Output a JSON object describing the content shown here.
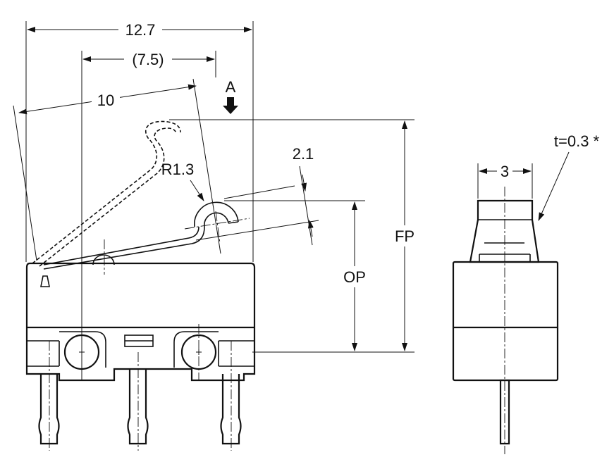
{
  "dimensions": {
    "overall_width": "12.7",
    "lever_offset": "(7.5)",
    "lever_length": "10",
    "roller_radius": "R1.3",
    "roller_thickness": "2.1",
    "free_position": "FP",
    "operating_position": "OP",
    "side_width": "3",
    "lever_thickness": "t=0.3 *"
  },
  "annotations": {
    "direction_label": "A"
  }
}
